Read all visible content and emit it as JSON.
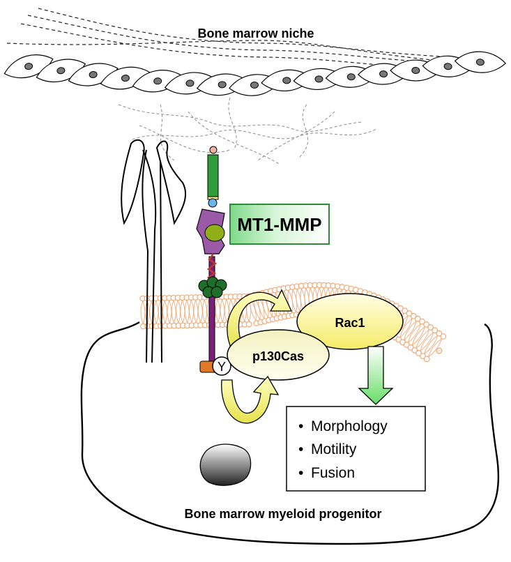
{
  "labels": {
    "niche": "Bone marrow niche",
    "protein": "MT1-MMP",
    "rac1": "Rac1",
    "p130cas": "p130Cas",
    "phospho": "Y",
    "cell": "Bone marrow myeloid progenitor"
  },
  "outcomes": [
    "Morphology",
    "Motility",
    "Fusion"
  ],
  "bullet": "•",
  "colors": {
    "membrane": "#f2a874",
    "protein_box": "#b8eec0",
    "stalk": "#7a1f7a",
    "rac1_fill": "#fff7a6",
    "p130_fill": "#fbf8d8",
    "arrow_yellow": "#f1f07a",
    "arrow_green": "#aef3a3",
    "catalytic": "#9a5aa8",
    "hemopexin": "#2e7d32",
    "cyto_tail": "#e07a28"
  }
}
